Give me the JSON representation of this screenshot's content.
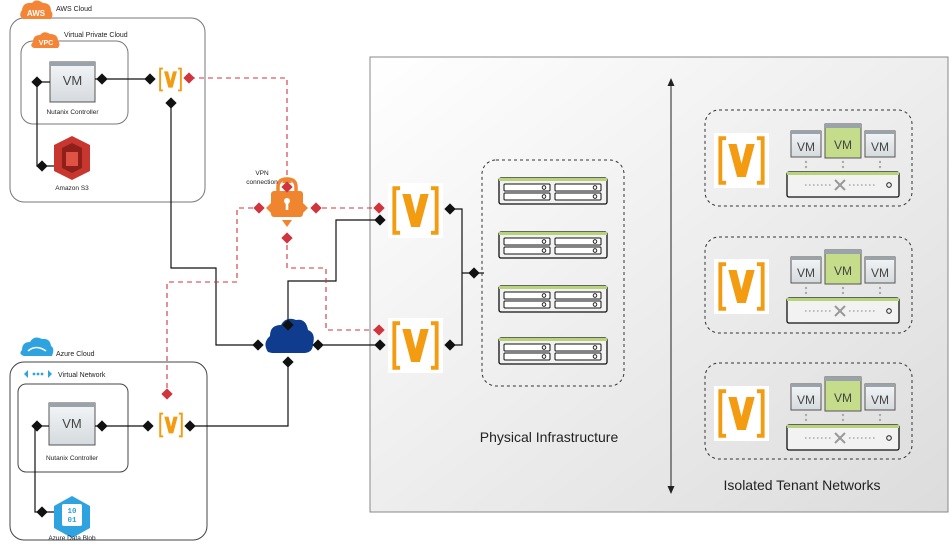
{
  "aws": {
    "badge": "AWS",
    "title": "AWS Cloud",
    "vpc_badge": "VPC",
    "vpc_title": "Virtual Private Cloud",
    "vm_label": "VM",
    "controller_label": "Nutanix Controller",
    "s3_label": "Amazon S3"
  },
  "vpn": {
    "label_line1": "VPN",
    "label_line2": "connection"
  },
  "azure": {
    "title": "Azure Cloud",
    "vnet_title": "Virtual Network",
    "vm_label": "VM",
    "controller_label": "Nutanix Controller",
    "blob_glyph_top": "10",
    "blob_glyph_bottom": "01",
    "blob_label": "Azure Data Blob"
  },
  "physical": {
    "title": "Physical Infrastructure"
  },
  "tenants": {
    "title": "Isolated Tenant Networks",
    "vm_label": "VM"
  },
  "logo": {
    "letter": "V"
  },
  "colors": {
    "aws_orange": "#f58536",
    "s3_red": "#c7372f",
    "vpn_red": "#d0343c",
    "vpn_orange": "#f0852f",
    "logo_orange": "#f39c12",
    "azure_blue": "#0f3c8f",
    "azure_light": "#2ea3e0",
    "vm_green": "#c5dd8a"
  }
}
